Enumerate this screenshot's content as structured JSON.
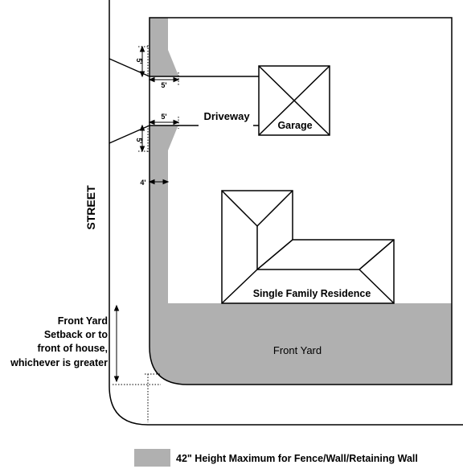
{
  "labels": {
    "street": "STREET",
    "driveway": "Driveway",
    "garage": "Garage",
    "residence": "Single Family Residence",
    "front_yard": "Front Yard",
    "dim_5_top": "5'",
    "dim_5_top_vertical": "5'",
    "dim_5_bottom": "5'",
    "dim_5_bottom_vertical": "5'",
    "dim_4": "4'",
    "setback_line1": "Front Yard",
    "setback_line2": "Setback or to",
    "setback_line3": "front of house,",
    "setback_line4": "whichever is greater",
    "legend": "42\" Height Maximum for Fence/Wall/Retaining Wall"
  },
  "colors": {
    "shaded_zone": "#b0b0b0",
    "lines": "#000000",
    "background": "#ffffff"
  }
}
